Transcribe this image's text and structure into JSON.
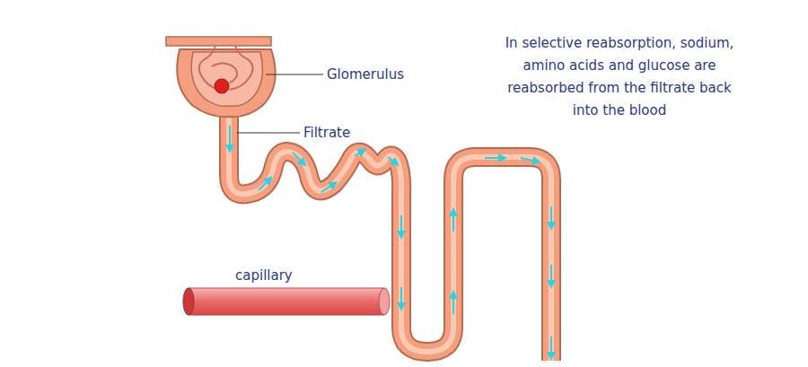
{
  "diagram": {
    "labels": [
      "Glomerulus",
      "Filtrate",
      "capillary",
      "In selective reabsorption, sodium, amino acids and glucose are reabsorbed from the filtrate back into the blood"
    ]
  }
}
